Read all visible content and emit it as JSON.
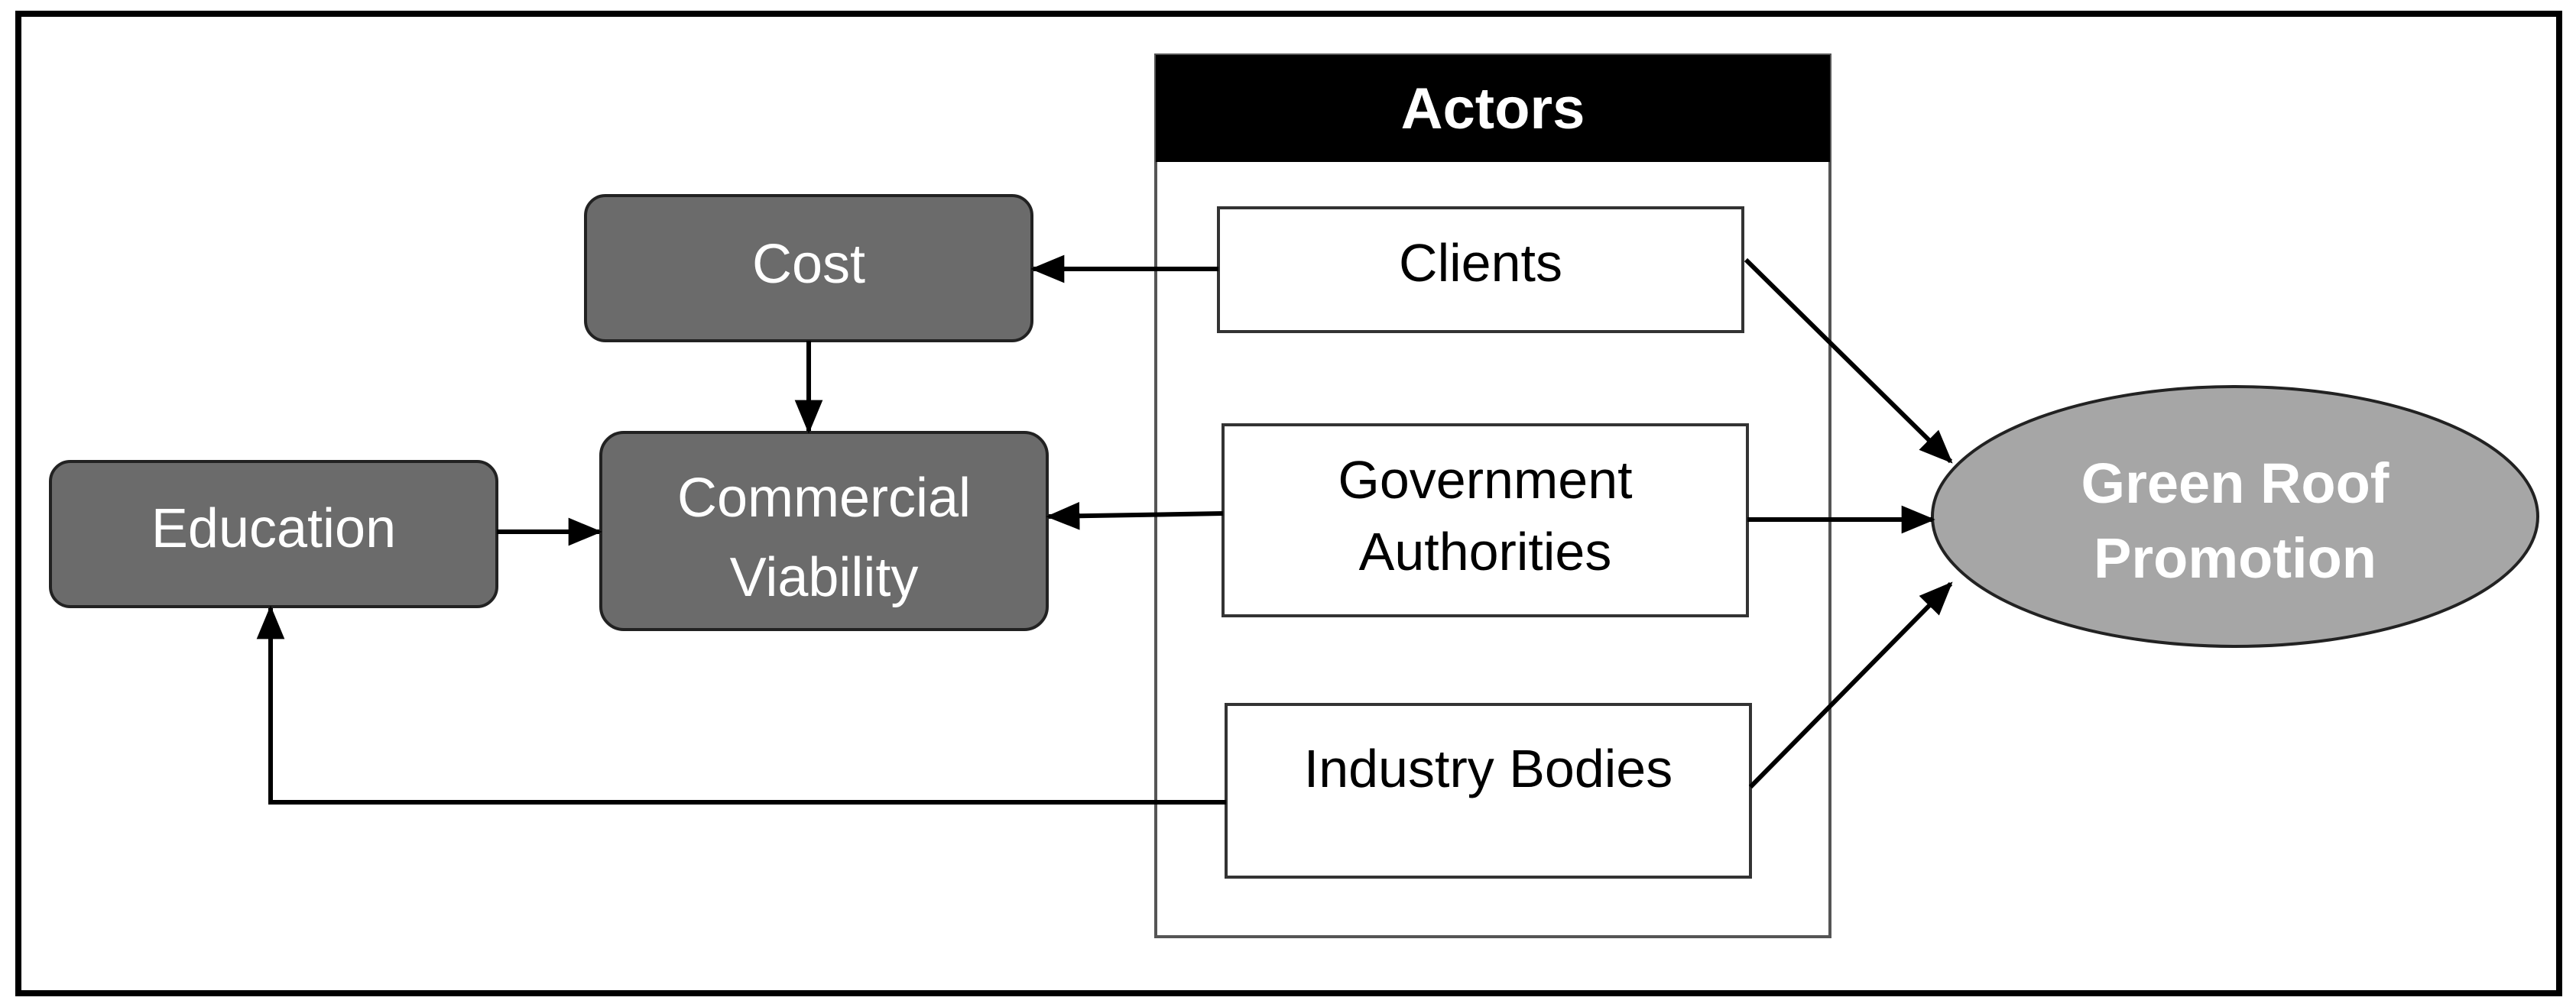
{
  "diagram": {
    "actors_header": "Actors",
    "nodes": {
      "cost": "Cost",
      "commercial_viability": [
        "Commercial",
        "Viability"
      ],
      "education": "Education",
      "clients": "Clients",
      "government_authorities": [
        "Government",
        "Authorities"
      ],
      "industry_bodies": "Industry Bodies",
      "green_roof_promotion": [
        "Green Roof",
        "Promotion"
      ]
    }
  },
  "colors": {
    "dark_box_fill": "#6b6b6b",
    "ellipse_fill": "#a6a6a6",
    "header_fill": "#000000",
    "line": "#000000",
    "light_text": "#ffffff"
  }
}
